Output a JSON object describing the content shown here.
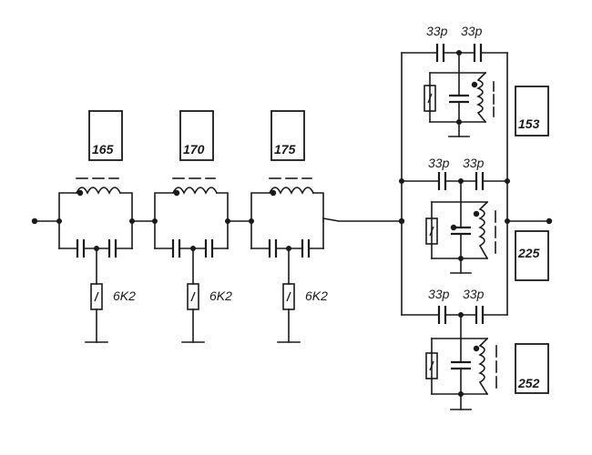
{
  "filter_stages": [
    {
      "freq_label": "165",
      "resistor_label": "6K2"
    },
    {
      "freq_label": "170",
      "resistor_label": "6K2"
    },
    {
      "freq_label": "175",
      "resistor_label": "6K2"
    }
  ],
  "output_stages": [
    {
      "cap_left": "33p",
      "cap_right": "33p",
      "freq_label": "153"
    },
    {
      "cap_left": "33p",
      "cap_right": "33p",
      "freq_label": "225"
    },
    {
      "cap_left": "33p",
      "cap_right": "33p",
      "freq_label": "252"
    }
  ]
}
